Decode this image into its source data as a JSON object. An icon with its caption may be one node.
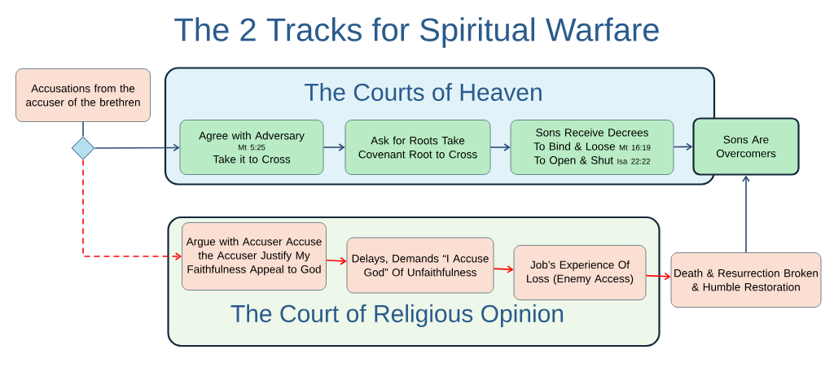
{
  "diagram": {
    "title": "The 2 Tracks for Spiritual Warfare",
    "nodes": [
      {
        "text": [
          "Accusations from the accuser of the brethren"
        ]
      },
      {
        "text": [],
        "shape": "diamond"
      },
      {
        "text": [
          "The Courts of Heaven"
        ]
      },
      {
        "text": [
          "Agree with Adversary",
          "Mt 5:25",
          "Take it to Cross"
        ],
        "in": 2
      },
      {
        "text": [
          "Ask for Roots Take Covenant Root to Cross"
        ],
        "in": 2
      },
      {
        "text": [
          "Sons Receive Decrees",
          "To Bind & Loose",
          "Mt 16:19",
          "To Open & Shut",
          "Isa 22:22"
        ],
        "in": 2
      },
      {
        "text": [
          "Sons Are Overcomers"
        ]
      },
      {
        "text": [
          "The Court of Religious Opinion"
        ]
      },
      {
        "text": [
          "Argue with Accuser Accuse the Accuser Justify My Faithfulness Appeal to God"
        ],
        "in": 7
      },
      {
        "text": [
          "Delays, Demands “I Accuse God” Of Unfaithfulness"
        ],
        "in": 7
      },
      {
        "text": [
          "Job’s Experience Of Loss (Enemy Access)"
        ],
        "in": 7
      },
      {
        "text": [
          "Death & Resurrection Broken & Humble Restoration"
        ]
      }
    ],
    "edges": [
      {
        "from": 0,
        "to": 1,
        "arrow": "none"
      },
      {
        "from": 1,
        "to": 3,
        "arrow": "to"
      },
      {
        "from": 3,
        "to": 4,
        "arrow": "to"
      },
      {
        "from": 4,
        "to": 5,
        "arrow": "to"
      },
      {
        "from": 5,
        "to": 6,
        "arrow": "to"
      },
      {
        "from": 1,
        "to": 8,
        "arrow": "to",
        "style": "dashed",
        "color": "#ff0000"
      },
      {
        "from": 8,
        "to": 9,
        "arrow": "to",
        "color": "#ff0000"
      },
      {
        "from": 9,
        "to": 10,
        "arrow": "to",
        "color": "#ff0000"
      },
      {
        "from": 10,
        "to": 11,
        "arrow": "to",
        "color": "#ff0000"
      },
      {
        "from": 11,
        "to": 6,
        "arrow": "to"
      }
    ]
  }
}
